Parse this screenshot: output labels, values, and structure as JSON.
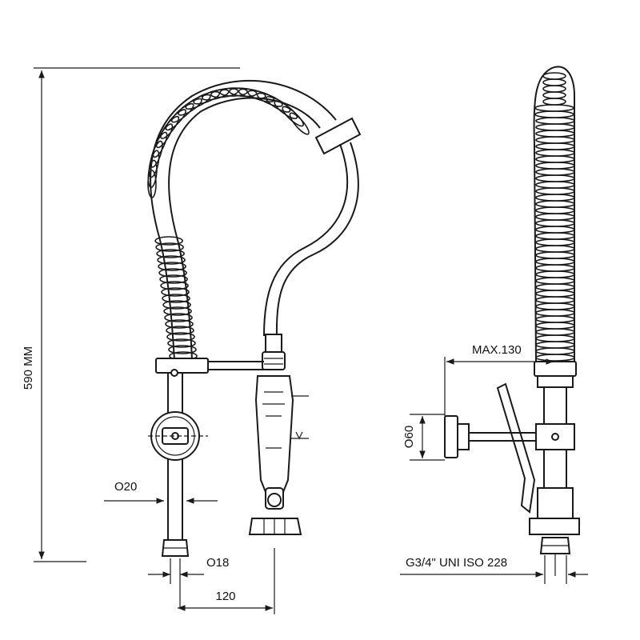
{
  "colors": {
    "line": "#1a1a1a",
    "background": "#ffffff",
    "text": "#111111"
  },
  "dimensions": {
    "height": "590 MM",
    "hose_diameter": "O20",
    "inlet_diameter": "O18",
    "spacing": "120",
    "max_reach": "MAX.130",
    "flange_diameter": "O60",
    "connection": "G3/4\" UNI ISO 228"
  }
}
